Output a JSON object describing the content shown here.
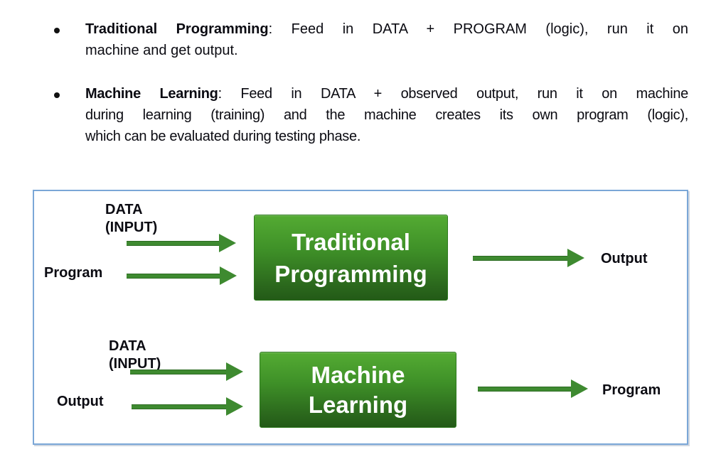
{
  "bullets": [
    {
      "term": "Traditional Programming",
      "after_term": ": Feed in DATA + PROGRAM (logic), run it on",
      "continuation_lines": [
        "machine and get output."
      ]
    },
    {
      "term": "Machine Learning",
      "after_term": ": Feed in DATA + observed output, run it on machine",
      "continuation_lines": [
        "during learning (training) and the machine creates its own program (logic),",
        "which can be evaluated during testing phase."
      ]
    }
  ],
  "diagram": {
    "rows": [
      {
        "input1_line1": "DATA",
        "input1_line2": "(INPUT)",
        "input2": "Program",
        "box_line1": "Traditional",
        "box_line2": "Programming",
        "output": "Output"
      },
      {
        "input1_line1": "DATA",
        "input1_line2": "(INPUT)",
        "input2": "Output",
        "box_line1": "Machine",
        "box_line2": "Learning",
        "output": "Program"
      }
    ],
    "colors": {
      "panel_border": "#7ba7d7",
      "arrow_green": "#3e8a30",
      "box_gradient_top": "#54ab33",
      "box_gradient_bottom": "#235a17",
      "label_text": "#0b0b12",
      "box_text": "#ffffff"
    }
  }
}
